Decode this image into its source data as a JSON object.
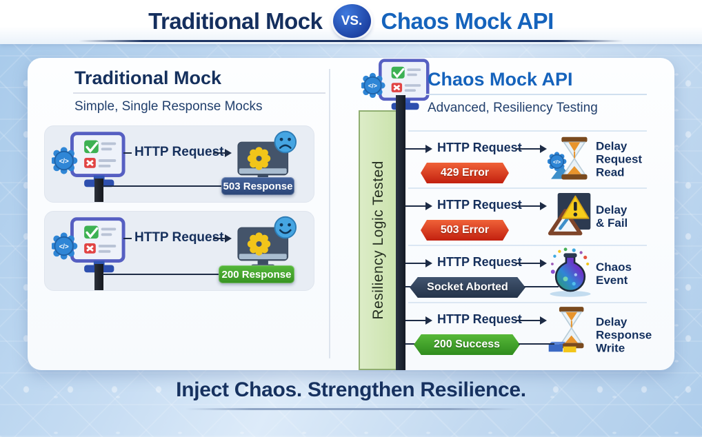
{
  "header": {
    "title_left": "Traditional Mock",
    "vs_label": "VS.",
    "title_right": "Chaos Mock API"
  },
  "left_panel": {
    "title": "Traditional Mock",
    "subtitle": "Simple, Single Response Mocks",
    "rows": [
      {
        "request_label": "HTTP Request",
        "response_label": "503 Response",
        "server_mood": "sad",
        "response_color": "#35527f"
      },
      {
        "request_label": "HTTP Request",
        "response_label": "200 Response",
        "server_mood": "happy",
        "response_color": "#3fa32e"
      }
    ]
  },
  "right_panel": {
    "title": "Chaos Mock API",
    "subtitle": "Advanced, Resiliency Testing",
    "bar_label": "Resiliency Logic Tested",
    "rows": [
      {
        "request_label": "HTTP Request",
        "badge": "429 Error",
        "badge_style": "red",
        "outcome": "Delay\nRequest\nRead",
        "icon": "hourglass-gear-icon"
      },
      {
        "request_label": "HTTP Request",
        "badge": "503 Error",
        "badge_style": "red",
        "outcome": "Delay\n& Fail",
        "icon": "warning-triangle-icon"
      },
      {
        "request_label": "HTTP Request",
        "badge": "Socket Aborted",
        "badge_style": "navy",
        "outcome": "Chaos\nEvent",
        "icon": "chaos-flask-icon"
      },
      {
        "request_label": "HTTP Request",
        "badge": "200 Success",
        "badge_style": "green",
        "outcome": "Delay\nResponse\nWrite",
        "icon": "hourglass-blocks-icon"
      }
    ]
  },
  "footer": {
    "tagline": "Inject Chaos. Strengthen Resilience."
  },
  "colors": {
    "accent_navy": "#16305c",
    "accent_blue": "#1563bc",
    "error_red": "#d43a20",
    "success_green": "#3fa32e",
    "badge_navy": "#32425c",
    "response_navy": "#35527f",
    "bar_green": "#cbe3ad"
  }
}
